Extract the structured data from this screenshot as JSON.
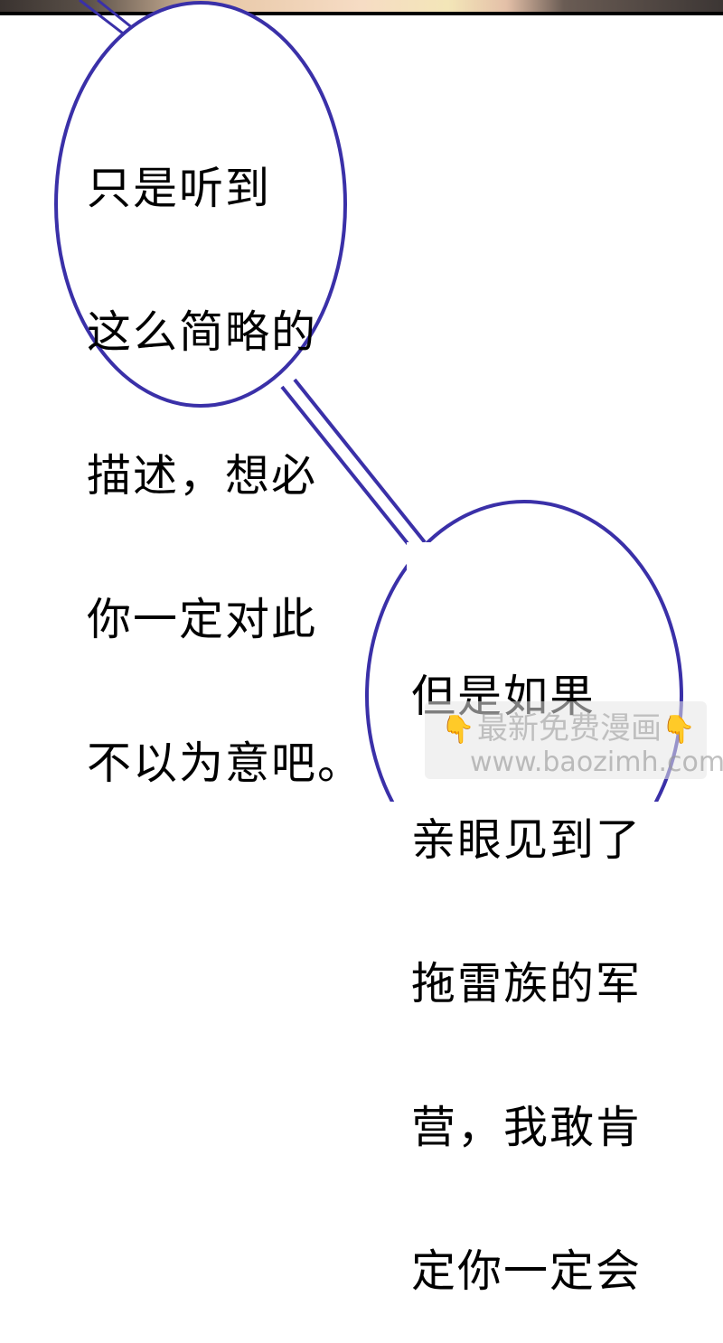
{
  "bubble_1": {
    "lines": [
      "只是听到",
      "这么简略的",
      "描述，想必",
      "你一定对此",
      "不以为意吧。"
    ]
  },
  "bubble_2": {
    "lines": [
      "但是如果",
      "亲眼见到了",
      "拖雷族的军",
      "营，我敢肯",
      "定你一定会"
    ]
  },
  "watermark": {
    "line1": "最新免费漫画",
    "line2": "www.baozimh.com",
    "icon": "pointing-down-hand-icon"
  },
  "colors": {
    "bubble_outline": "#3a30a8",
    "panel_border": "#000000"
  }
}
